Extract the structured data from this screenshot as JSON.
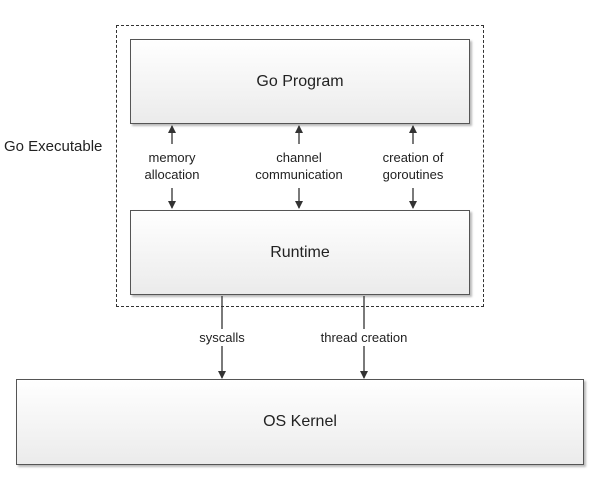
{
  "executable_label": "Go Executable",
  "boxes": {
    "program": "Go Program",
    "runtime": "Runtime",
    "kernel": "OS Kernel"
  },
  "arrows": {
    "memory": [
      "memory",
      "allocation"
    ],
    "channel": [
      "channel",
      "communication"
    ],
    "goroutines": [
      "creation of",
      "goroutines"
    ],
    "syscalls": "syscalls",
    "thread": "thread creation"
  }
}
